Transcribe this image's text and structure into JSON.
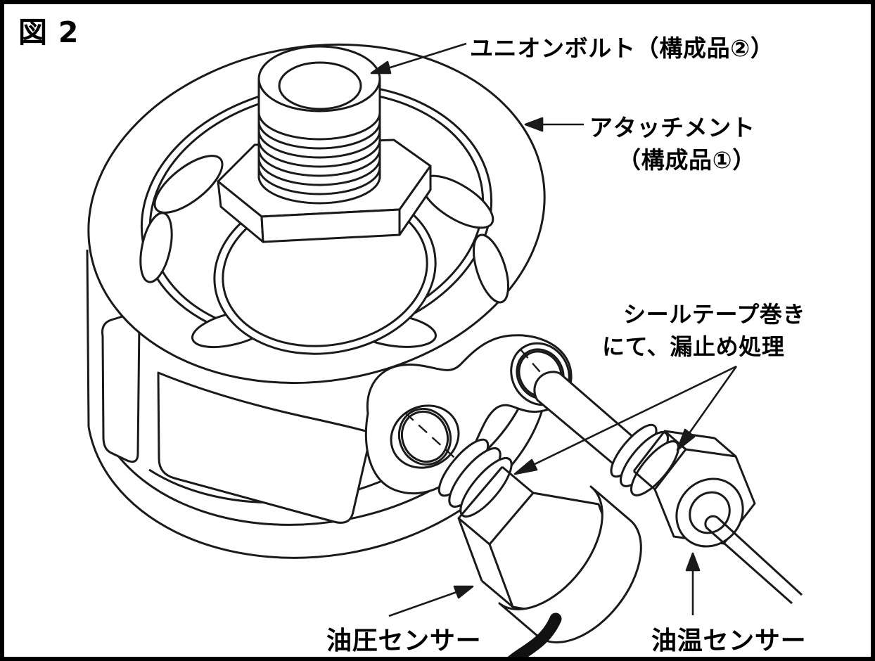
{
  "figure": {
    "id_label": "図 2",
    "background": "#ffffff",
    "line_color": "#1a1a1a",
    "border_color": "#000000",
    "description_type": "technical-line-drawing"
  },
  "labels": {
    "union_bolt": "ユニオンボルト（構成品②）",
    "attachment": {
      "line1": "アタッチメント",
      "line2": "（構成品①）"
    },
    "seal_tape": {
      "line1": "シールテープ巻き",
      "line2": "にて、漏止め処理"
    },
    "oil_pressure_sensor": "油圧センサー",
    "oil_temperature_sensor": "油温センサー"
  }
}
